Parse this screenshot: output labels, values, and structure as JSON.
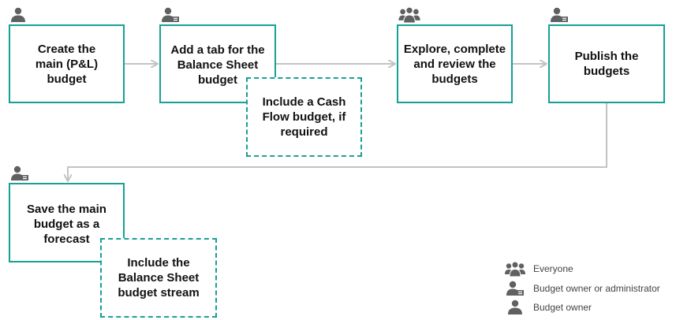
{
  "colors": {
    "box_border": "#17a096",
    "arrow": "#c3c3c3",
    "icon": "#5f6062"
  },
  "steps": {
    "create_main": {
      "label": "Create the\nmain (P&L)\nbudget",
      "icon": "person-icon"
    },
    "add_tab": {
      "label": "Add a tab for the\nBalance Sheet\nbudget",
      "icon": "person-admin-icon"
    },
    "cash_flow": {
      "label": "Include a Cash\nFlow budget, if\nrequired"
    },
    "explore": {
      "label": "Explore, complete\nand review the\nbudgets",
      "icon": "group-icon"
    },
    "publish": {
      "label": "Publish the\nbudgets",
      "icon": "person-admin-icon"
    },
    "save_forecast": {
      "label": "Save the main\nbudget as a\nforecast",
      "icon": "person-admin-icon"
    },
    "balance_stream": {
      "label": "Include the\nBalance Sheet\nbudget stream"
    }
  },
  "legend": [
    {
      "icon": "group-icon",
      "label": "Everyone"
    },
    {
      "icon": "person-admin-icon",
      "label": "Budget owner or administrator"
    },
    {
      "icon": "person-icon",
      "label": "Budget owner"
    }
  ]
}
